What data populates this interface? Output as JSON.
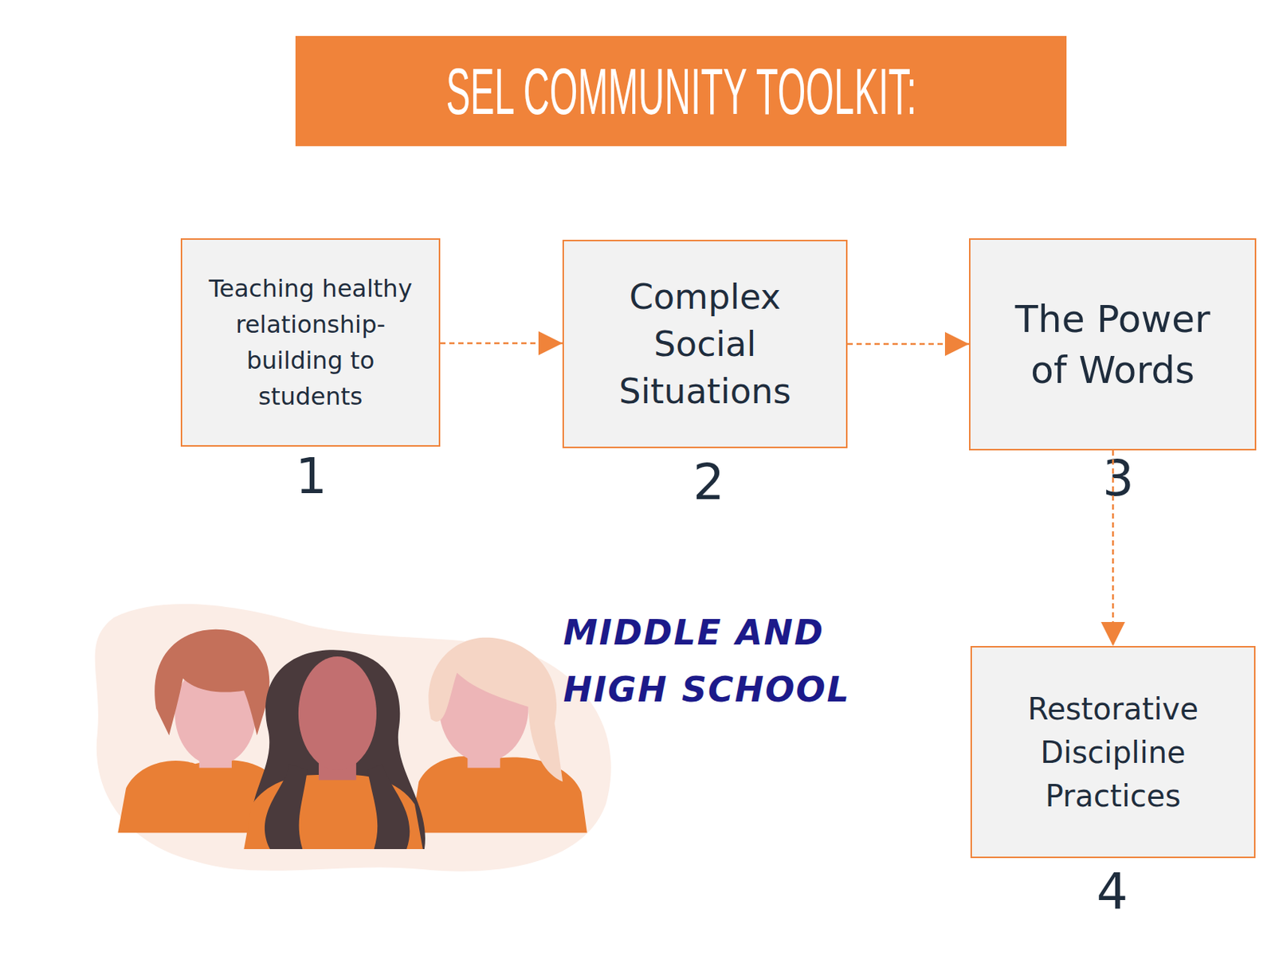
{
  "diagram": {
    "title": "SEL COMMUNITY TOOLKIT:",
    "nodes": [
      {
        "text": [
          "Teaching healthy relationship-building to students"
        ]
      },
      {
        "text": [
          "Complex Social Situations"
        ]
      },
      {
        "text": [
          "The Power of Words"
        ]
      },
      {
        "text": [
          "Restorative Discipline Practices"
        ]
      }
    ],
    "edges": [
      {
        "from": 0,
        "to": 1,
        "arrow": "to"
      },
      {
        "from": 1,
        "to": 2,
        "arrow": "to"
      },
      {
        "from": 2,
        "to": 3,
        "arrow": "to"
      }
    ],
    "labels": [
      "1",
      "2",
      "3",
      "MIDDLE AND HIGH SCHOOL",
      "4"
    ]
  }
}
